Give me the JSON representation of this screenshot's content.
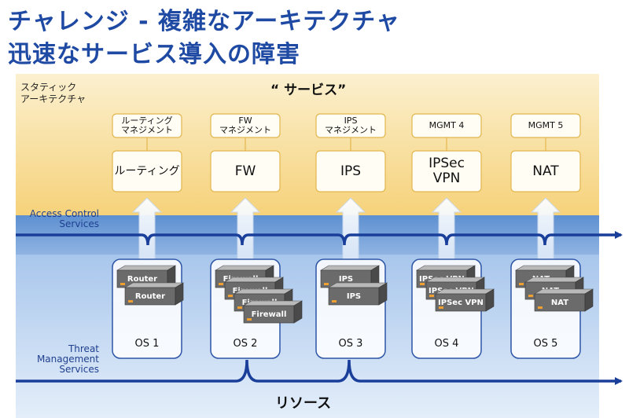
{
  "title": {
    "line1": "チャレンジ - 複雑なアーキテクチャ",
    "line2": "迅速なサービス導入の障害"
  },
  "labels": {
    "static_architecture": [
      "スタティック",
      "アーキテクチャ"
    ],
    "services_header": "“ サービス”",
    "access_control": [
      "Access Control",
      "Services"
    ],
    "threat_management": [
      "Threat",
      "Management",
      "Services"
    ],
    "resources": "リソース"
  },
  "columns": [
    {
      "mgmt": [
        "ルーティング",
        "マネジメント"
      ],
      "service": [
        "ルーティング"
      ],
      "os": "OS 1",
      "devices": [
        "Router",
        "Router"
      ]
    },
    {
      "mgmt": [
        "FW",
        "マネジメント"
      ],
      "service": [
        "FW"
      ],
      "os": "OS 2",
      "devices": [
        "Firewall",
        "Firewall",
        "Firewall",
        "Firewall"
      ]
    },
    {
      "mgmt": [
        "IPS",
        "マネジメント"
      ],
      "service": [
        "IPS"
      ],
      "os": "OS 3",
      "devices": [
        "IPS",
        "IPS"
      ]
    },
    {
      "mgmt": [
        "MGMT 4"
      ],
      "service": [
        "IPSec",
        "VPN"
      ],
      "os": "OS 4",
      "devices": [
        "IPSec VPN",
        "IPSec VPN",
        "IPSec VPN"
      ]
    },
    {
      "mgmt": [
        "MGMT 5"
      ],
      "service": [
        "NAT"
      ],
      "os": "OS 5",
      "devices": [
        "NAT",
        "NAT",
        "NAT"
      ]
    }
  ],
  "colors": {
    "title": "#1f4aa3",
    "band_yellow_top": "#fbf0cf",
    "band_yellow_bottom": "#f3c24a",
    "band_blue": "#7fa8dc",
    "flow_line": "#1a3f9a"
  }
}
